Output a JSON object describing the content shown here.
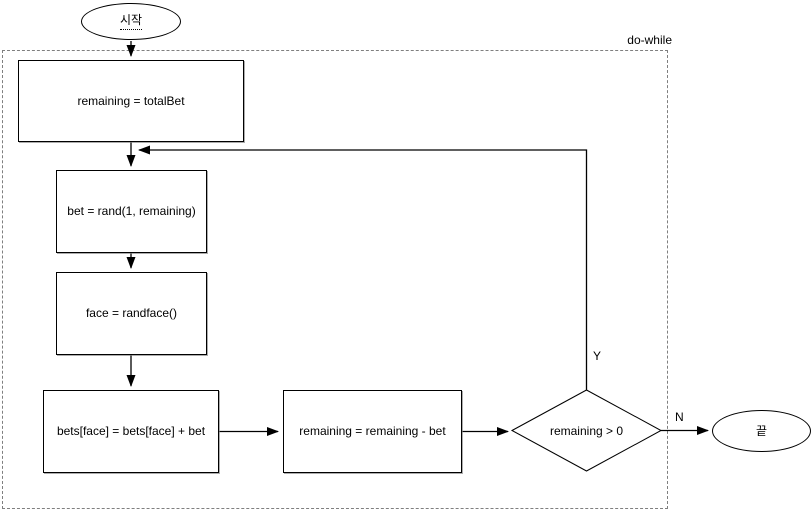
{
  "diagram": {
    "container": {
      "label": "do-while"
    },
    "nodes": {
      "start": {
        "label": "시작",
        "shape": "terminator"
      },
      "init": {
        "label": "remaining = totalBet",
        "shape": "process"
      },
      "bet": {
        "label": "bet = rand(1, remaining)",
        "shape": "process"
      },
      "face": {
        "label": "face = randface()",
        "shape": "process"
      },
      "addbet": {
        "label": "bets[face] = bets[face] + bet",
        "shape": "process"
      },
      "subtract": {
        "label": "remaining = remaining - bet",
        "shape": "process"
      },
      "decision": {
        "label": "remaining > 0",
        "shape": "decision"
      },
      "end": {
        "label": "끝",
        "shape": "terminator"
      }
    },
    "edge_labels": {
      "yes": "Y",
      "no": "N"
    },
    "colors": {
      "stroke": "#000000",
      "fill": "#ffffff",
      "container_border": "#7f7f7f",
      "background": "#ffffff"
    }
  }
}
